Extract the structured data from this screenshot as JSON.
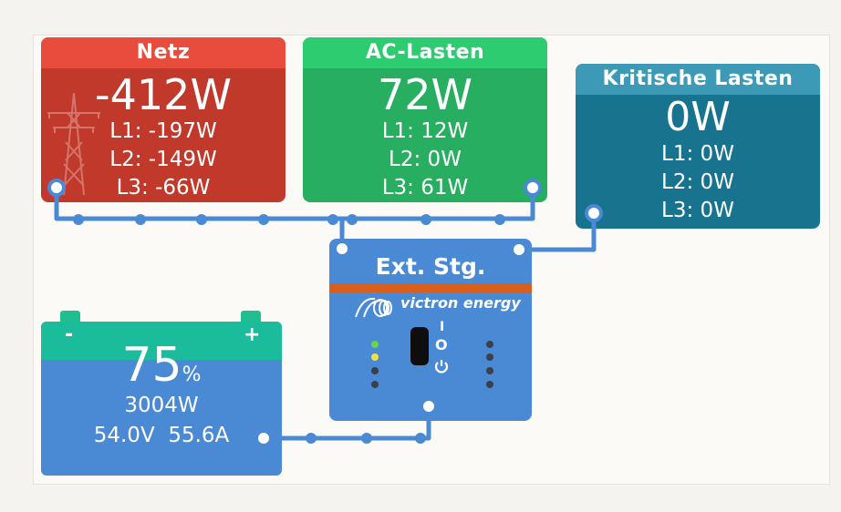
{
  "grid": {
    "title": "Netz",
    "power": "-412W",
    "l1": "L1: -197W",
    "l2": "L2: -149W",
    "l3": "L3: -66W"
  },
  "ac_loads": {
    "title": "AC-Lasten",
    "power": "72W",
    "l1": "L1: 12W",
    "l2": "L2: 0W",
    "l3": "L3: 61W"
  },
  "critical_loads": {
    "title": "Kritische Lasten",
    "power": "0W",
    "l1": "L1: 0W",
    "l2": "L2: 0W",
    "l3": "L3: 0W"
  },
  "battery": {
    "minus": "-",
    "plus": "+",
    "soc": "75",
    "soc_unit": "%",
    "power": "3004W",
    "voltage": "54.0V",
    "current": "55.6A"
  },
  "inverter": {
    "title": "Ext. Stg.",
    "brand": "victron energy",
    "switch_on": "I",
    "switch_off": "O"
  },
  "colors": {
    "grid": "#c0392b",
    "ac_loads": "#27ae60",
    "critical": "#18738e",
    "battery": "#4a8ad4",
    "inverter": "#4a8ad4",
    "wire": "#4a8ad4"
  }
}
